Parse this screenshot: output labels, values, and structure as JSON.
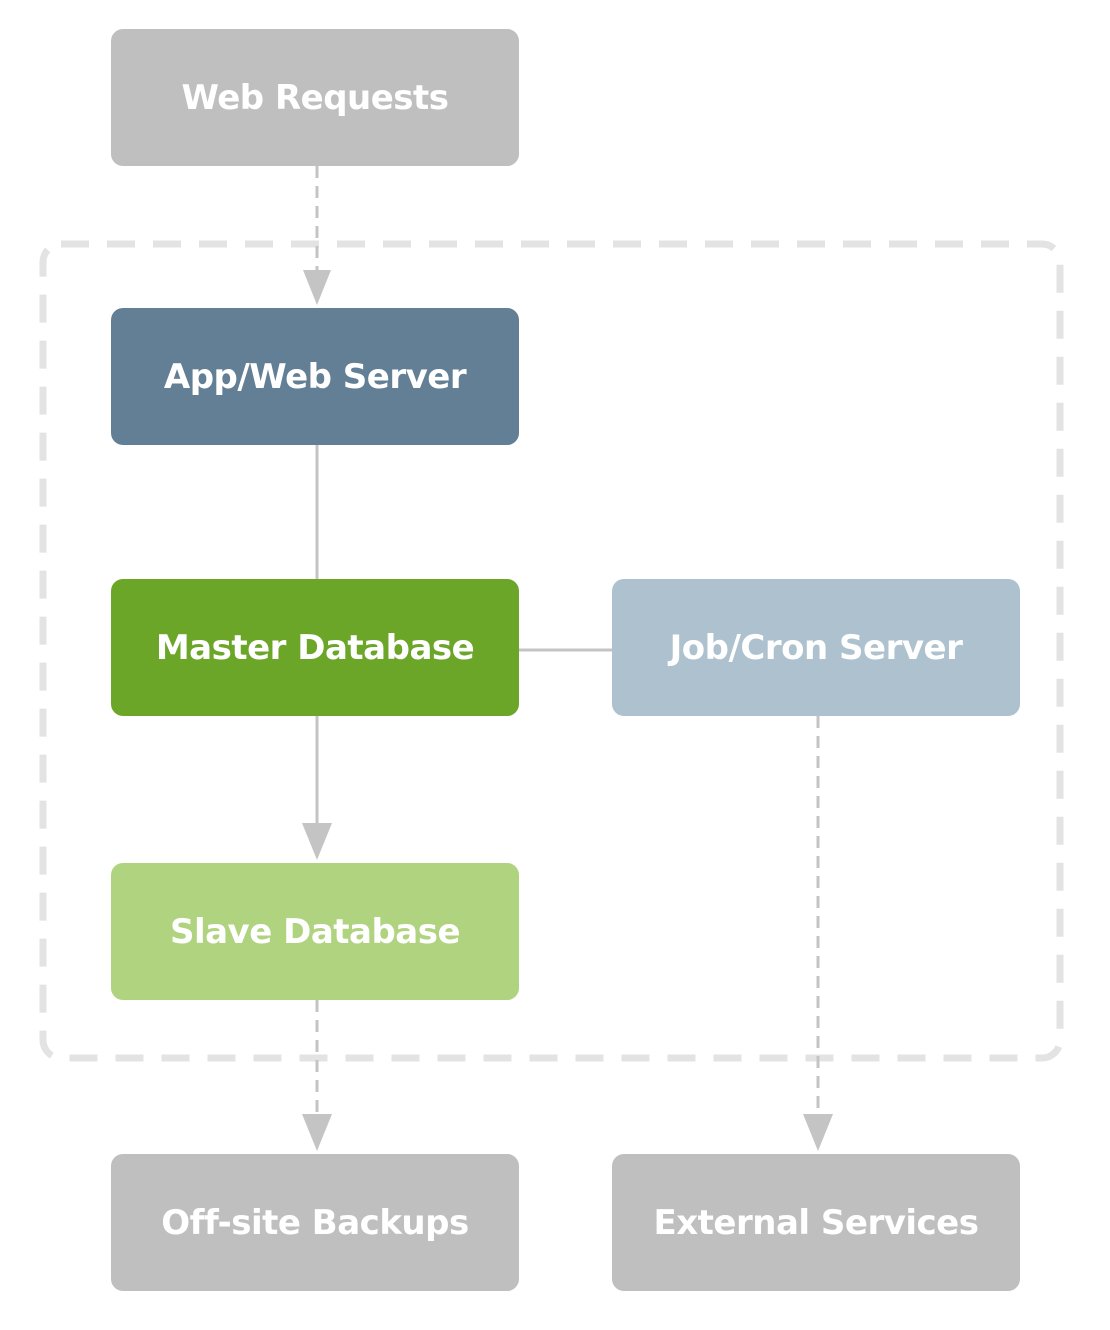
{
  "colors": {
    "external": "#bfbfbf",
    "app_server": "#637f95",
    "master_db": "#6ca628",
    "slave_db": "#b0d380",
    "job_server": "#adc1ce",
    "connector": "#c4c4c4",
    "boundary": "#e3e3e3"
  },
  "nodes": {
    "web_requests": {
      "label": "Web Requests"
    },
    "app_server": {
      "label": "App/Web Server"
    },
    "master_db": {
      "label": "Master Database"
    },
    "job_server": {
      "label": "Job/Cron Server"
    },
    "slave_db": {
      "label": "Slave Database"
    },
    "offsite_backups": {
      "label": "Off-site Backups"
    },
    "external_services": {
      "label": "External Services"
    }
  },
  "edges": [
    {
      "from": "Web Requests",
      "to": "App/Web Server",
      "style": "dashed",
      "arrow": true
    },
    {
      "from": "App/Web Server",
      "to": "Master Database",
      "style": "solid",
      "arrow": false
    },
    {
      "from": "Master Database",
      "to": "Job/Cron Server",
      "style": "solid",
      "arrow": false
    },
    {
      "from": "Master Database",
      "to": "Slave Database",
      "style": "solid",
      "arrow": true
    },
    {
      "from": "Slave Database",
      "to": "Off-site Backups",
      "style": "dashed",
      "arrow": true
    },
    {
      "from": "Job/Cron Server",
      "to": "External Services",
      "style": "dashed",
      "arrow": true
    }
  ]
}
